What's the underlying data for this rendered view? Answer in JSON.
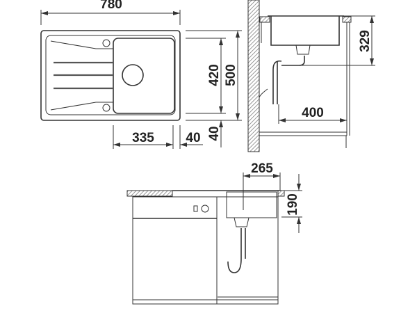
{
  "top_view": {
    "width_label": "780",
    "depth_label": "500",
    "bowl_depth_label": "420",
    "bowl_width_label": "335",
    "edge_right_label": "40",
    "edge_front_label": "40"
  },
  "side_view": {
    "sink_depth_label": "329",
    "drain_offset_label": "400"
  },
  "front_view": {
    "bowl_offset_label": "265",
    "bowl_height_label": "190"
  },
  "colors": {
    "line": "#333333",
    "hatch": "#777777"
  }
}
